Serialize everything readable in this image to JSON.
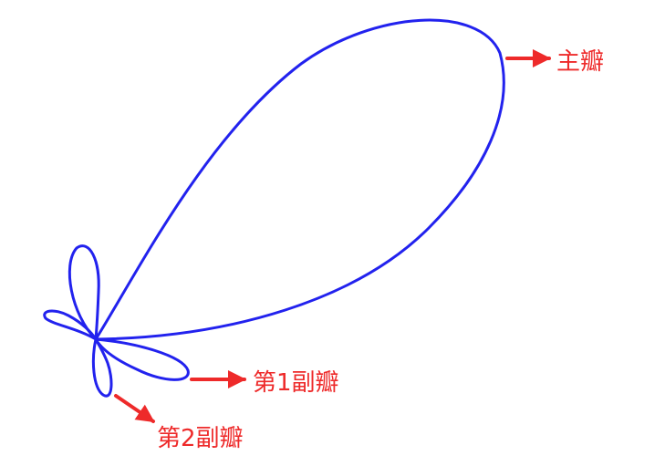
{
  "labels": {
    "main_lobe": "主瓣",
    "first_side_lobe": "第1副瓣",
    "second_side_lobe": "第2副瓣"
  },
  "colors": {
    "pattern": "#2222ee",
    "annotation": "#ee2a2a",
    "background": "#ffffff"
  }
}
